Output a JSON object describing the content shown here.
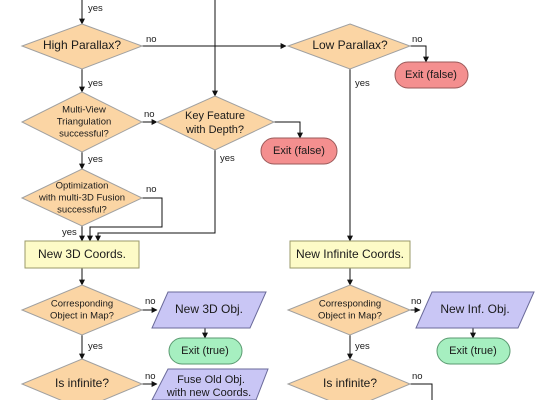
{
  "colors": {
    "decision": "#fbd5a4",
    "process": "#fdfbc7",
    "exit_false": "#f48f8f",
    "exit_true": "#a6efc0",
    "io": "#c9c6f5",
    "line": "#111111"
  },
  "nodes": {
    "high_parallax": "High Parallax?",
    "low_parallax": "Low Parallax?",
    "exit_false_right": "Exit (false)",
    "multiview_1": "Multi-View",
    "multiview_2": "Triangulation",
    "multiview_3": "successful?",
    "key_feature_1": "Key Feature",
    "key_feature_2": "with Depth?",
    "exit_false_mid": "Exit (false)",
    "optim_1": "Optimization",
    "optim_2": "with multi-3D Fusion",
    "optim_3": "successful?",
    "new_3d_coords": "New 3D Coords.",
    "new_inf_coords": "New Infinite Coords.",
    "corr_left_1": "Corresponding",
    "corr_left_2": "Object in Map?",
    "new_3d_obj": "New 3D Obj.",
    "exit_true_left": "Exit (true)",
    "corr_right_1": "Corresponding",
    "corr_right_2": "Object in Map?",
    "new_inf_obj": "New Inf. Obj.",
    "exit_true_right": "Exit (true)",
    "is_infinite_left": "Is infinite?",
    "fuse_1": "Fuse Old Obj.",
    "fuse_2": "with new Coords.",
    "is_infinite_right": "Is infinite?"
  },
  "edge_labels": {
    "yes_top": "yes",
    "no_high": "no",
    "no_low": "no",
    "yes_high": "yes",
    "yes_low": "yes",
    "no_multiview": "no",
    "yes_multiview": "yes",
    "yes_keyfeature": "yes",
    "no_optim": "no",
    "yes_optim": "yes",
    "no_corr_left": "no",
    "yes_corr_left": "yes",
    "no_corr_right": "no",
    "yes_corr_right": "yes",
    "no_inf_left": "no",
    "no_inf_right": "no"
  }
}
